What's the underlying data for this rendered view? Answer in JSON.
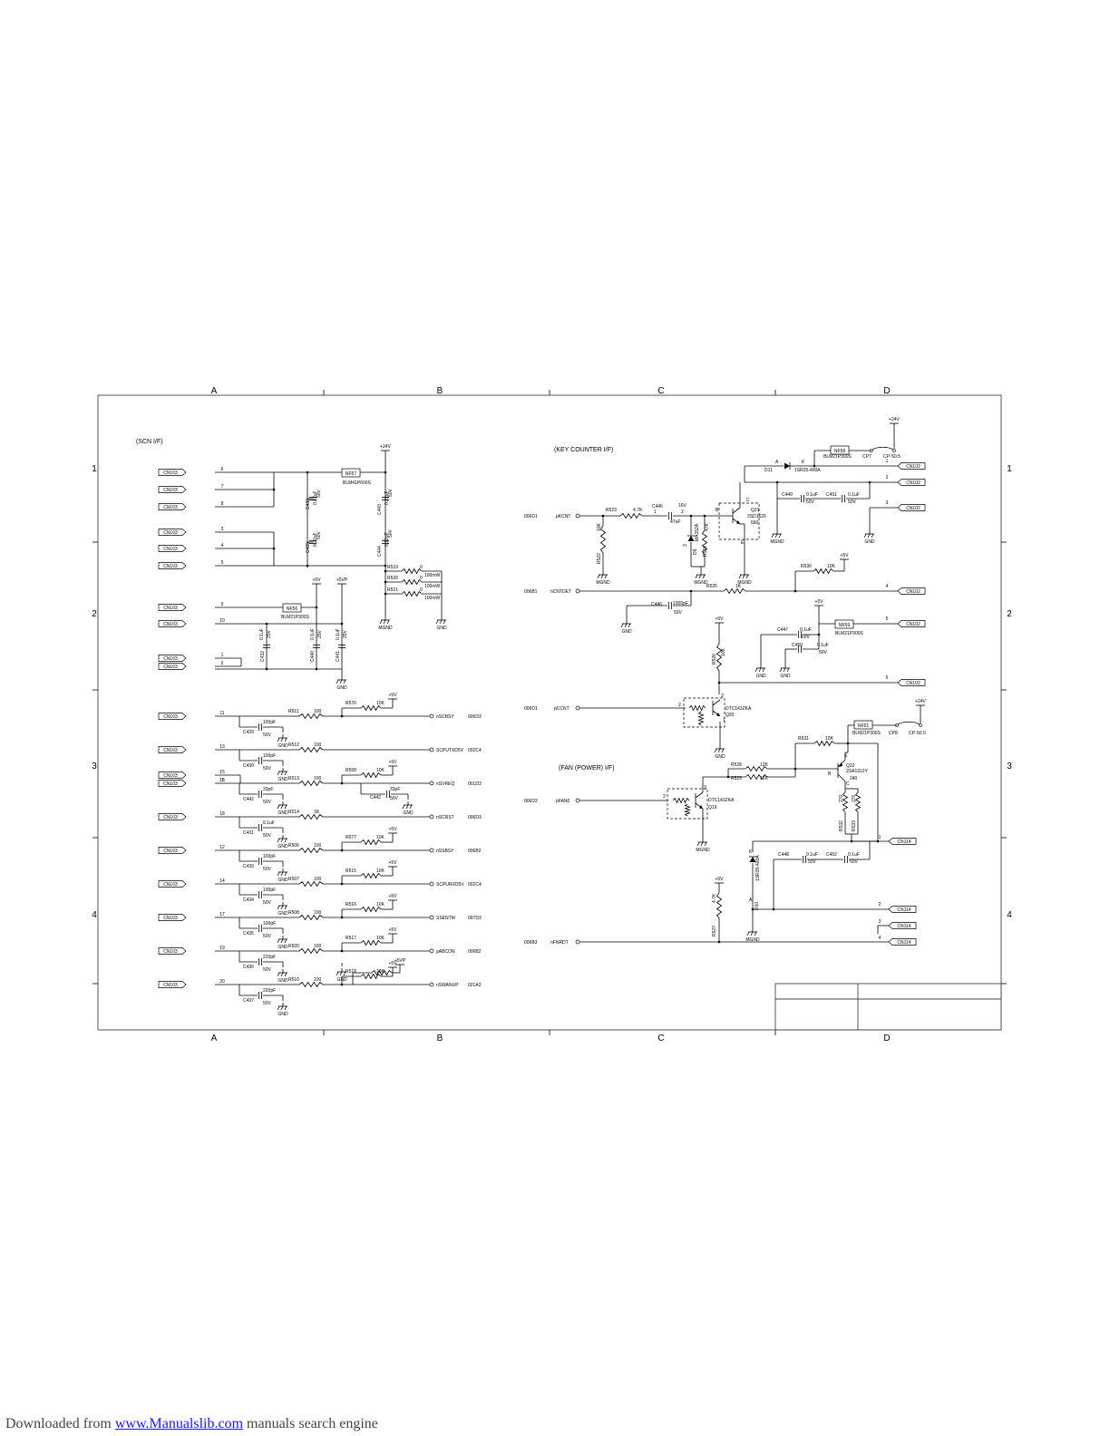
{
  "grid": {
    "columns": [
      "A",
      "B",
      "C",
      "D"
    ],
    "rows": [
      "1",
      "2",
      "3",
      "4"
    ]
  },
  "sections": {
    "scn": "(SCN I/F)",
    "key": "(KEY COUNTER I/F)",
    "fan": "(FAN (POWER) I/F)"
  },
  "scn_top": {
    "connector": "CN103",
    "pins_a": [
      "6",
      "7",
      "8"
    ],
    "pins_b": [
      "3",
      "4",
      "5"
    ],
    "pins_c": [
      "9",
      "10"
    ],
    "pins_d": [
      "1",
      "2"
    ],
    "supply": "+24V",
    "filter_57": "NF57",
    "filter_57_part": "BLM41P600S",
    "filter_56": "NF56",
    "filter_56_part": "BLM21P300S",
    "caps": [
      {
        "ref": "C438",
        "value": "0.22uF",
        "volt": "50V"
      },
      {
        "ref": "C443",
        "value": "0.22uF",
        "volt": "50V"
      },
      {
        "ref": "C439",
        "value": "0.22uF",
        "volt": "50V"
      },
      {
        "ref": "C444",
        "value": "0.22uF",
        "volt": "50V"
      },
      {
        "ref": "C432",
        "value": "0.1uF",
        "volt": "25V"
      },
      {
        "ref": "C440",
        "value": "0.1uF",
        "volt": "25V"
      },
      {
        "ref": "C441",
        "value": "0.1uF",
        "volt": "25V"
      }
    ],
    "resistors": [
      {
        "ref": "R519",
        "value": "0",
        "rating": "100mW"
      },
      {
        "ref": "R520",
        "value": "0",
        "rating": "100mW"
      },
      {
        "ref": "R521",
        "value": "0",
        "rating": "100mW"
      }
    ],
    "plus5v": "+5V",
    "plus5vp": "+5VP",
    "mgnd": "MGND",
    "gnd": "GND"
  },
  "scn_signals": [
    {
      "pin": "11",
      "res": "R511",
      "rval": "100",
      "cap": "C429",
      "cval": "100pF",
      "cvolt": "50V",
      "pull": "R576",
      "pval": "10K",
      "net": "nSCBSY",
      "ref": "006D3"
    },
    {
      "pin": "13",
      "res": "R512",
      "rval": "100",
      "cap": "C430",
      "cval": "100pF",
      "cvolt": "50V",
      "pull": "",
      "pval": "",
      "net": "SCPUTXD5V",
      "ref": "002C4"
    },
    {
      "pin": "15",
      "pin2": "16",
      "res": "R513",
      "rval": "100",
      "cap": "C442",
      "cval": "33pF",
      "cvolt": "50V",
      "pull": "R558",
      "pval": "10K",
      "net": "nSVREQ",
      "ref": "001D3"
    },
    {
      "pin": "18",
      "res": "R514",
      "rval": "1K",
      "cap": "C431",
      "cval": "0.1uF",
      "cvolt": "50V",
      "pull": "",
      "pval": "",
      "net": "nSCRST",
      "ref": "006D3"
    },
    {
      "pin": "12",
      "res": "R506",
      "rval": "100",
      "cap": "C433",
      "cval": "100pF",
      "cvolt": "50V",
      "pull": "R577",
      "pval": "10K",
      "net": "nSSBSY",
      "ref": "006B2"
    },
    {
      "pin": "14",
      "res": "R507",
      "rval": "100",
      "cap": "C434",
      "cval": "100pF",
      "cvolt": "50V",
      "pull": "R515",
      "pval": "10K",
      "net": "SCPURXD5V",
      "ref": "002C4"
    },
    {
      "pin": "17",
      "res": "R508",
      "rval": "100",
      "cap": "C435",
      "cval": "100pF",
      "cvolt": "50V",
      "pull": "R516",
      "pval": "10K",
      "net": "SSENTM",
      "ref": "007D3"
    },
    {
      "pin": "19",
      "res": "R509",
      "rval": "100",
      "cap": "C436",
      "cval": "220pF",
      "cvolt": "50V",
      "pull": "R517",
      "pval": "10K",
      "net": "pABCON",
      "ref": "006B2"
    },
    {
      "pin": "20",
      "res": "R510",
      "rval": "100",
      "cap": "C437",
      "cval": "220pF",
      "cvolt": "50V",
      "pull": "R518",
      "pval": "10K",
      "net": "nSWANUP",
      "ref": "021A3"
    }
  ],
  "scn_extra": {
    "plus5v": "+5V",
    "plus5vp": "+5VP",
    "gnd": "GND"
  },
  "key_counter": {
    "supply": "+24V",
    "filter": "NF58",
    "filter_part": "BLM21P300S",
    "fuse": "CP-S0.5",
    "fuse_ref": "CP7",
    "diode": "D11",
    "diode_part": "1SR35-400A",
    "diode_a": "A",
    "diode_k": "K",
    "connector": "CN102",
    "pins": [
      "1",
      "2",
      "3",
      "4",
      "5",
      "6"
    ],
    "in_pkcnt": {
      "ref": "006D1",
      "net": "pKCNT"
    },
    "r523": {
      "ref": "R523",
      "value": "4.7K"
    },
    "r522": {
      "ref": "R522",
      "value": "10K"
    },
    "c445": {
      "ref": "C445",
      "value": "47uF",
      "volt": "16V",
      "p1": "1",
      "p2": "2"
    },
    "zener": {
      "ref": "D9",
      "part": "MA152A",
      "p3": "3"
    },
    "r524": {
      "ref": "R524",
      "value": "47K"
    },
    "q21": {
      "ref": "Q21",
      "part": "2SD1626",
      "rank": "560",
      "b": "B",
      "c": "C",
      "e": "E"
    },
    "c449": {
      "ref": "C449",
      "value": "0.1uF",
      "volt": "50V"
    },
    "c451": {
      "ref": "C451",
      "value": "0.1uF",
      "volt": "50V"
    },
    "plus5v": "+5V",
    "r530": {
      "ref": "R530",
      "value": "10K"
    },
    "in_ncntdet": {
      "ref": "006B1",
      "net": "nCNTDET"
    },
    "r525": {
      "ref": "R525",
      "value": "1K"
    },
    "c446": {
      "ref": "C446",
      "value": "1000pF",
      "volt": "50V"
    },
    "filter_59": "NF59",
    "filter_59_part": "BLM21P300S",
    "c447": {
      "ref": "C447",
      "value": "0.1uF",
      "volt": "50V"
    },
    "c450": {
      "ref": "C450",
      "value": "0.1uF",
      "volt": "50V"
    },
    "r526": {
      "ref": "R526",
      "value": "10K"
    },
    "in_pccnt": {
      "ref": "006D1",
      "net": "pCCNT"
    },
    "q20": {
      "ref": "Q20",
      "part": "DTC143ZKA",
      "p1": "1",
      "p2": "2",
      "p3": "3"
    },
    "mgnd": "MGND",
    "gnd": "GND"
  },
  "fan": {
    "supply": "+24V",
    "filter": "NF61",
    "filter_part": "BLM21P300S",
    "fuse": "CP-S0.5",
    "fuse_ref": "CP8",
    "r531": {
      "ref": "R531",
      "value": "10K"
    },
    "r528": {
      "ref": "R528",
      "value": "12K"
    },
    "r529": {
      "ref": "R529",
      "value": "12K"
    },
    "q22": {
      "ref": "Q22",
      "part": "2SA1313Y",
      "rank": "240",
      "b": "B",
      "c": "C",
      "e": "E"
    },
    "r532": {
      "ref": "R532",
      "value": "270"
    },
    "r533": {
      "ref": "R533",
      "value": "270"
    },
    "in_pfan": {
      "ref": "006D2",
      "net": "pFAN0"
    },
    "q19": {
      "ref": "Q19",
      "part": "DTC143ZKA",
      "p2": "2",
      "p3": "3"
    },
    "connector": "CN114",
    "pins": [
      "1",
      "2",
      "3",
      "4"
    ],
    "c448": {
      "ref": "C448",
      "value": "0.1uF",
      "volt": "50V"
    },
    "c452": {
      "ref": "C452",
      "value": "0.1uF",
      "volt": "50V"
    },
    "d10": {
      "ref": "D10",
      "part": "1SR35-400A",
      "a": "A",
      "k": "K"
    },
    "plus5v": "+5V",
    "r527": {
      "ref": "R527",
      "value": "4.7K"
    },
    "in_nfnrdt": {
      "ref": "006B3",
      "net": "nFNRDT"
    },
    "mgnd": "MGND"
  },
  "footer": {
    "prefix": "Downloaded from ",
    "link": "www.Manualslib.com",
    "suffix": "  manuals search engine"
  }
}
